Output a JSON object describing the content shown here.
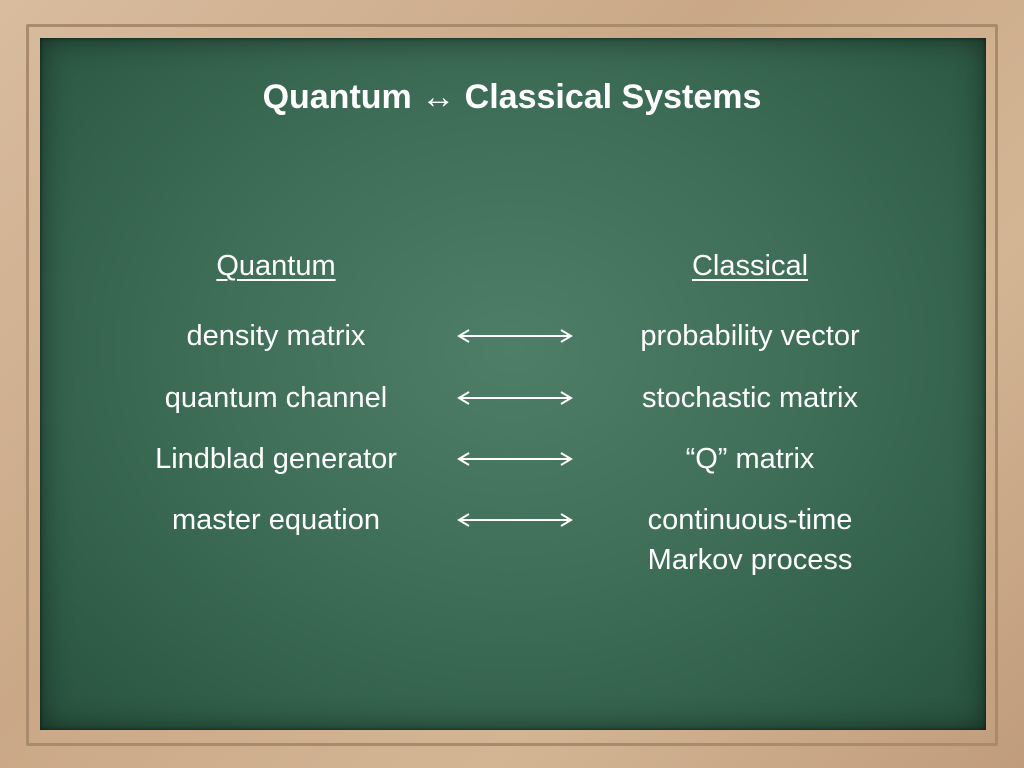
{
  "slide": {
    "title": "Quantum ↔ Classical Systems",
    "columns": {
      "left_header": "Quantum",
      "right_header": "Classical"
    },
    "rows": [
      {
        "quantum": "density matrix",
        "classical": "probability vector"
      },
      {
        "quantum": "quantum channel",
        "classical": "stochastic matrix"
      },
      {
        "quantum": "Lindblad generator",
        "classical": "“Q” matrix"
      },
      {
        "quantum": "master equation",
        "classical": "continuous-time",
        "classical_line2": "Markov process"
      }
    ]
  },
  "icons": {
    "row_connector": "double-headed-arrow-icon"
  },
  "colors": {
    "board": "#3f6e58",
    "frame": "#caa887",
    "text": "#ffffff"
  }
}
